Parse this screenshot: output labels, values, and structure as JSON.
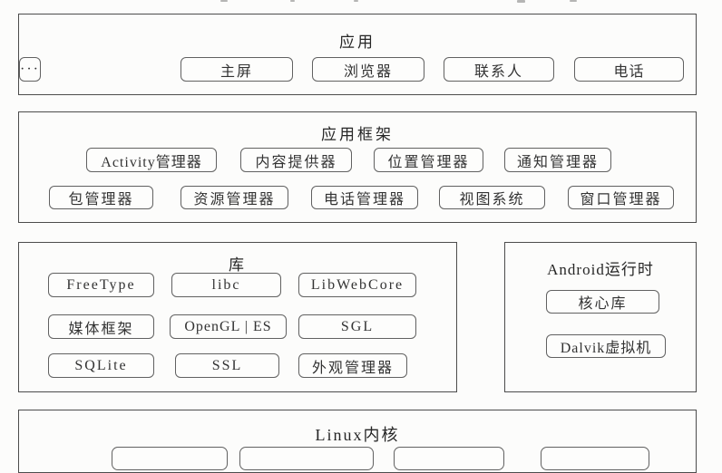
{
  "diagram": {
    "kind": "android-platform-architecture",
    "colors": {
      "background": "#fcfcfb",
      "outer_border": "#4c4c4c",
      "button_border": "#616161",
      "text": "#2e2e2e"
    },
    "layers": {
      "apps": {
        "title": "应用",
        "items": [
          "主屏",
          "浏览器",
          "联系人",
          "电话",
          "···"
        ]
      },
      "framework": {
        "title": "应用框架",
        "row1": [
          "Activity管理器",
          "内容提供器",
          "位置管理器",
          "通知管理器"
        ],
        "row2": [
          "包管理器",
          "资源管理器",
          "电话管理器",
          "视图系统",
          "窗口管理器"
        ]
      },
      "libraries": {
        "title": "库",
        "rows": [
          [
            "FreeType",
            "libc",
            "LibWebCore"
          ],
          [
            "媒体框架",
            "OpenGL | ES",
            "SGL"
          ],
          [
            "SQLite",
            "SSL",
            "外观管理器"
          ]
        ]
      },
      "runtime": {
        "title": "Android运行时",
        "items": [
          "核心库",
          "Dalvik虚拟机"
        ]
      },
      "kernel": {
        "title": "Linux内核"
      }
    }
  }
}
